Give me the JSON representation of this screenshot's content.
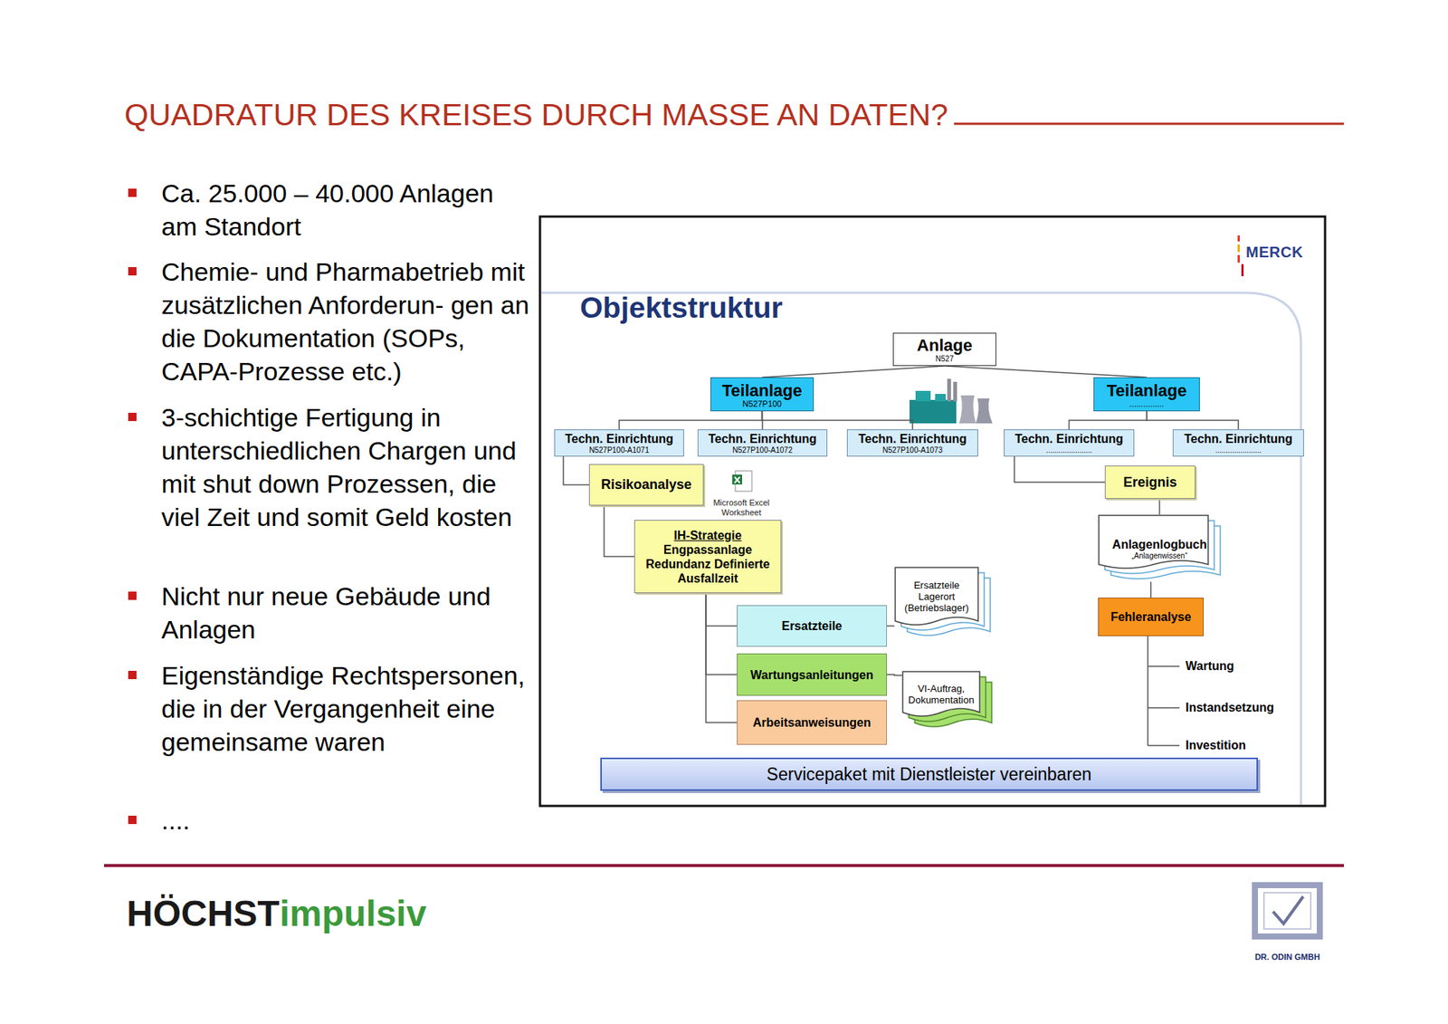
{
  "diagram": {
    "title": "QUADRATUR DES KREISES DURCH MASSE AN DATEN?",
    "nodes": [
      {
        "text": [
          "Anlage",
          "N527"
        ]
      },
      {
        "text": [
          "Teilanlage",
          "N527P100"
        ]
      },
      {
        "text": [
          "Teilanlage",
          "..............."
        ]
      },
      {
        "text": [
          "Techn. Einrichtung",
          "N527P100-A1071"
        ]
      },
      {
        "text": [
          "Techn. Einrichtung",
          "N527P100-A1072"
        ]
      },
      {
        "text": [
          "Techn. Einrichtung",
          "N527P100-A1073"
        ]
      },
      {
        "text": [
          "Techn. Einrichtung",
          "......................"
        ]
      },
      {
        "text": [
          "Techn. Einrichtung",
          "......................"
        ]
      },
      {
        "text": [
          "Risikoanalyse"
        ]
      },
      {
        "text": [
          "IH-Strategie",
          "Engpassanlage Redundanz Definierte Ausfallzeit"
        ]
      },
      {
        "text": [
          "Ersatzteile"
        ]
      },
      {
        "text": [
          "Wartungsanleitungen"
        ]
      },
      {
        "text": [
          "Arbeitsanweisungen"
        ]
      },
      {
        "text": [
          "Ersatzteile Lagerort (Betriebslager)"
        ]
      },
      {
        "text": [
          "VI-Auftrag, Dokumentation"
        ]
      },
      {
        "text": [
          "Ereignis"
        ]
      },
      {
        "text": [
          "Anlagenlogbuch",
          "„Anlagenwissen“"
        ]
      },
      {
        "text": [
          "Fehleranalyse"
        ]
      },
      {
        "text": [
          "Servicepaket mit Dienstleister vereinbaren"
        ]
      }
    ],
    "edges": [
      {
        "from": 0,
        "to": 1,
        "arrow": "none"
      },
      {
        "from": 0,
        "to": 2,
        "arrow": "none"
      },
      {
        "from": 1,
        "to": 3,
        "arrow": "none"
      },
      {
        "from": 1,
        "to": 4,
        "arrow": "none"
      },
      {
        "from": 1,
        "to": 5,
        "arrow": "none"
      },
      {
        "from": 2,
        "to": 6,
        "arrow": "none"
      },
      {
        "from": 2,
        "to": 7,
        "arrow": "none"
      },
      {
        "from": 3,
        "to": 8,
        "arrow": "none"
      },
      {
        "from": 8,
        "to": 9,
        "arrow": "none"
      },
      {
        "from": 9,
        "to": 10,
        "arrow": "none"
      },
      {
        "from": 9,
        "to": 11,
        "arrow": "none"
      },
      {
        "from": 9,
        "to": 12,
        "arrow": "none"
      },
      {
        "from": 10,
        "to": 13,
        "arrow": "none"
      },
      {
        "from": 11,
        "to": 14,
        "arrow": "none"
      },
      {
        "from": 6,
        "to": 15,
        "arrow": "none"
      },
      {
        "from": 15,
        "to": 16,
        "arrow": "none"
      },
      {
        "from": 16,
        "to": 17,
        "arrow": "none"
      }
    ],
    "labels": [
      "Ca. 25.000 – 40.000 Anlagen am Standort",
      "Chemie- und Pharmabetrieb mit zusätzlichen Anforderun- gen an die Dokumentation (SOPs, CAPA-Prozesse etc.)",
      "3-schichtige Fertigung in unterschiedlichen Chargen und mit shut down Prozessen, die viel Zeit und somit Geld kosten",
      "Nicht nur neue Gebäude und Anlagen",
      "Eigenständige Rechtspersonen, die in der Vergangenheit eine gemeinsame waren",
      "....",
      "MERCK",
      "Objektstruktur",
      "Microsoft Excel Worksheet",
      "Wartung",
      "Instandsetzung",
      "Investition",
      "HÖCHST",
      "impulsiv",
      "DR. ODIN GMBH"
    ]
  }
}
